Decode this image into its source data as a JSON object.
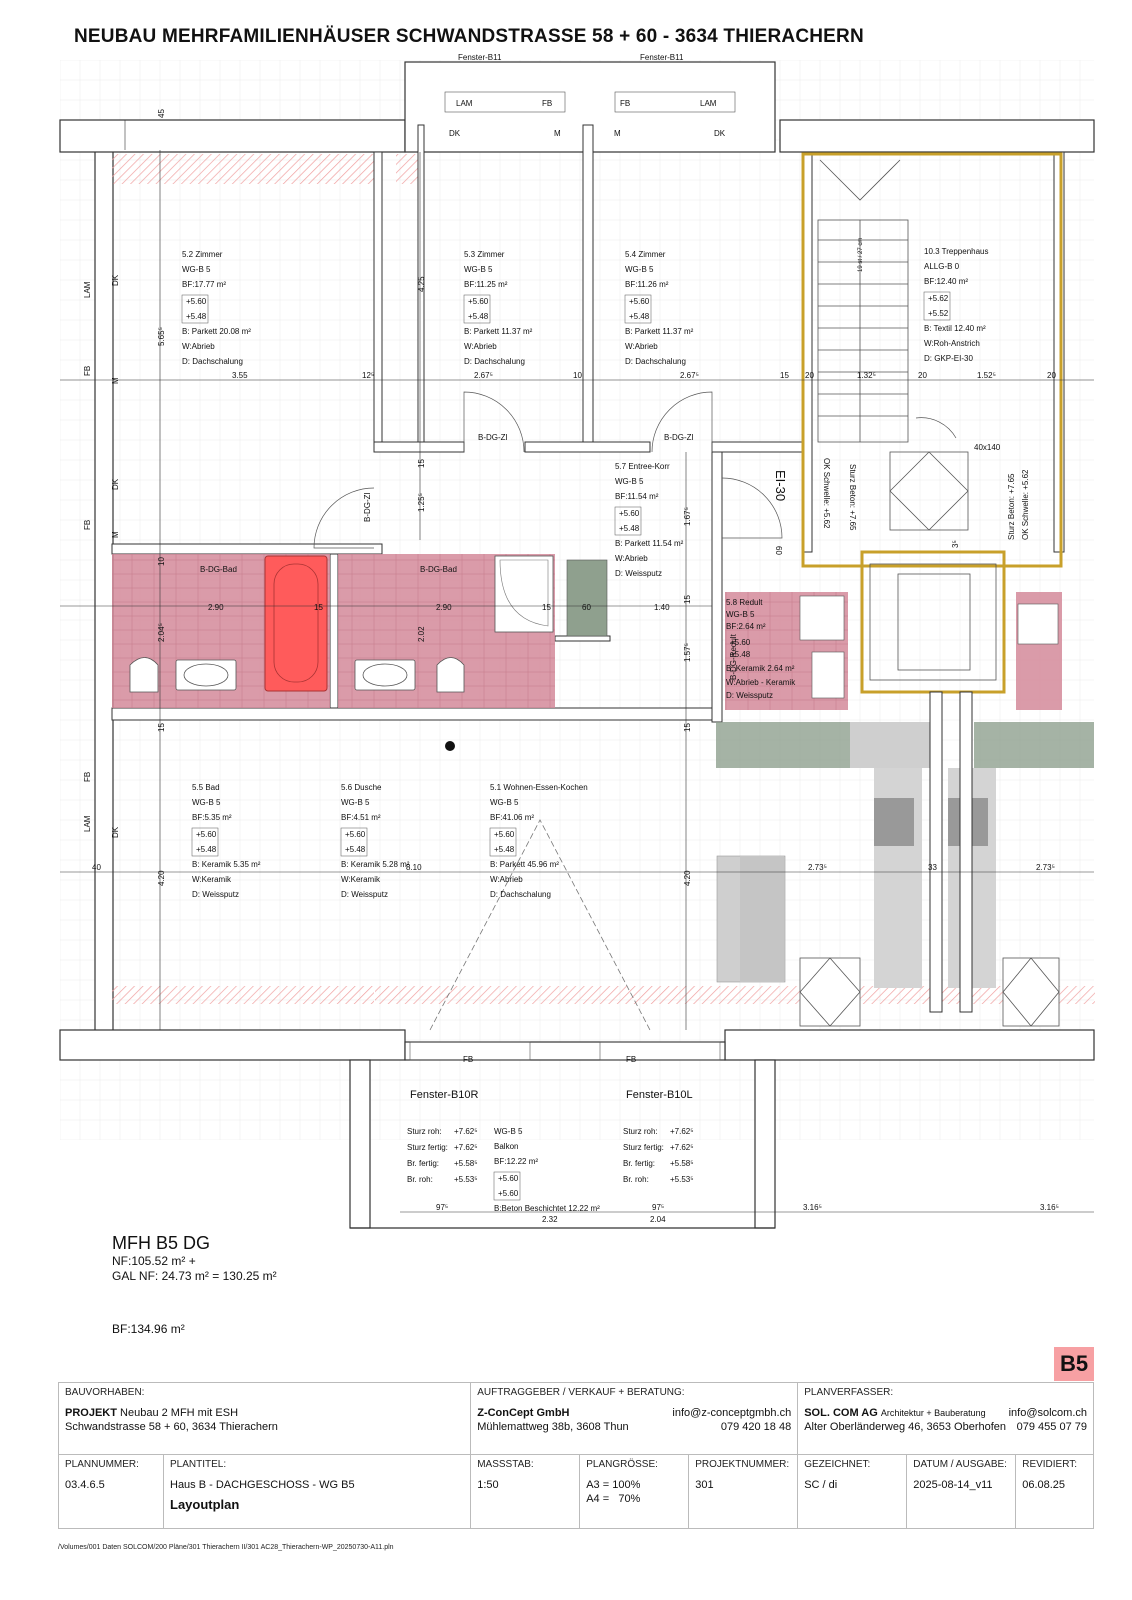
{
  "title": "NEUBAU MEHRFAMILIENHÄUSER SCHWANDSTRASSE 58 + 60 - 3634 THIERACHERN",
  "windows_top": [
    "Fenster-B11",
    "Fenster-B11"
  ],
  "windows_bottom": [
    "Fenster-B10R",
    "Fenster-B10L"
  ],
  "wall_labels": [
    "LAM",
    "FB",
    "FB",
    "LAM",
    "DK",
    "M",
    "M",
    "DK",
    "LAM",
    "DK",
    "FB",
    "M",
    "DK",
    "FB",
    "M",
    "FB",
    "LAM",
    "DK",
    "FB",
    "FB"
  ],
  "door_labels": [
    "B-DG-ZI",
    "B-DG-ZI",
    "B-DG-ZI",
    "B-DG-Bad",
    "B-DG-Bad",
    "B-DG-Redult",
    "EI-30"
  ],
  "dims": [
    "45",
    "4.25",
    "5.65⁵",
    "3.55",
    "12⁵",
    "2.67⁵",
    "10",
    "2.67⁵",
    "15",
    "20",
    "1.32⁵",
    "20",
    "1.52⁵",
    "20",
    "15",
    "1.25⁵",
    "1.67⁵",
    "10",
    "2.90",
    "15",
    "2.90",
    "15",
    "60",
    "1.40",
    "15",
    "2.04⁵",
    "2.02",
    "1.57⁵",
    "15",
    "15",
    "40",
    "4.20",
    "8.10",
    "4.20",
    "2.73⁵",
    "33",
    "2.73⁵",
    "60",
    "3⁵",
    "97⁵",
    "2.32",
    "97⁵",
    "2.04",
    "3.16⁵",
    "3.16⁵",
    "40x140",
    "19 st / 27 cm"
  ],
  "stair_notes": [
    "Sturz Beton: +7.65",
    "OK Schwelle: +5.62",
    "Sturz Beton: +7.65",
    "OK Schwelle: +5.62"
  ],
  "rooms": [
    {
      "lines": [
        "5.2 Zimmer",
        "WG-B 5",
        "BF:17.77 m²",
        "+5.60",
        "+5.48",
        "B: Parkett 20.08 m²",
        "W:Abrieb",
        "D: Dachschalung"
      ]
    },
    {
      "lines": [
        "5.3 Zimmer",
        "WG-B 5",
        "BF:11.25 m²",
        "+5.60",
        "+5.48",
        "B: Parkett 11.37 m²",
        "W:Abrieb",
        "D: Dachschalung"
      ]
    },
    {
      "lines": [
        "5.4 Zimmer",
        "WG-B 5",
        "BF:11.26 m²",
        "+5.60",
        "+5.48",
        "B: Parkett 11.37 m²",
        "W:Abrieb",
        "D: Dachschalung"
      ]
    },
    {
      "lines": [
        "10.3 Treppenhaus",
        "ALLG-B 0",
        "BF:12.40 m²",
        "+5.62",
        "+5.52",
        "B: Textil 12.40 m²",
        "W:Roh-Anstrich",
        "D: GKP-EI-30"
      ]
    },
    {
      "lines": [
        "5.7 Entree-Korr",
        "WG-B 5",
        "BF:11.54 m²",
        "+5.60",
        "+5.48",
        "B: Parkett 11.54 m²",
        "W:Abrieb",
        "D: Weissputz"
      ]
    },
    {
      "lines": [
        "5.8 Redult",
        "WG-B 5",
        "BF:2.64 m²",
        "+5.60",
        "+5.48",
        "B: Keramik 2.64 m²",
        "W:Abrieb - Keramik",
        "D: Weissputz"
      ]
    },
    {
      "lines": [
        "5.5 Bad",
        "WG-B 5",
        "BF:5.35 m²",
        "+5.60",
        "+5.48",
        "B: Keramik 5.35 m²",
        "W:Keramik",
        "D: Weissputz"
      ]
    },
    {
      "lines": [
        "5.6 Dusche",
        "WG-B 5",
        "BF:4.51 m²",
        "+5.60",
        "+5.48",
        "B: Keramik 5.28 m²",
        "W:Keramik",
        "D: Weissputz"
      ]
    },
    {
      "lines": [
        "5.1 Wohnen-Essen-Kochen",
        "WG-B 5",
        "BF:41.06 m²",
        "+5.60",
        "+5.48",
        "B: Parkett 45.96 m²",
        "W:Abrieb",
        "D: Dachschalung"
      ]
    },
    {
      "lines": [
        "WG-B 5",
        "Balkon",
        "BF:12.22 m²",
        "+5.60",
        "+5.60",
        "B:Beton Beschichtet 12.22 m²"
      ]
    }
  ],
  "window_notes_left": [
    "Sturz roh:",
    "+7.62⁵",
    "Sturz fertig:",
    "+7.62⁵",
    "Br. fertig:",
    "+5.58⁵",
    "Br. roh:",
    "+5.53⁵"
  ],
  "window_notes_right": [
    "Sturz roh:",
    "+7.62⁵",
    "Sturz fertig:",
    "+7.62⁵",
    "Br. fertig:",
    "+5.58⁵",
    "Br. roh:",
    "+5.53⁵"
  ],
  "summary": {
    "name": "MFH B5 DG",
    "nf": "NF:105.52 m² +",
    "gal": "GAL NF:  24.73 m² = 130.25 m²",
    "bf": "BF:134.96 m²"
  },
  "badge": "B5",
  "title_block": {
    "bauvorhaben_label": "BAUVORHABEN:",
    "projekt_bold": "PROJEKT",
    "projekt_rest": " Neubau 2 MFH mit ESH",
    "address": "Schwandstrasse 58 + 60, 3634 Thierachern",
    "auftrag_label": "AUFTRAGGEBER / VERKAUF + BERATUNG:",
    "client_name": "Z-ConCept GmbH",
    "client_email": "info@z-conceptgmbh.ch",
    "client_addr": "Mühlemattweg 38b, 3608 Thun",
    "client_phone": "079 420 18 48",
    "planer_label": "PLANVERFASSER:",
    "planer_name": "SOL. COM AG",
    "planer_sub": "Architektur + Bauberatung",
    "planer_email": "info@solcom.ch",
    "planer_addr": "Alter Oberländerweg 46, 3653 Oberhofen",
    "planer_phone": "079 455 07 79",
    "plannummer_label": "PLANNUMMER:",
    "plannummer": "03.4.6.5",
    "plantitel_label": "PLANTITEL:",
    "plantitel": "Haus B - DACHGESCHOSS - WG B5",
    "plantitel2": "Layoutplan",
    "massstab_label": "MASSSTAB:",
    "massstab": "1:50",
    "plangroesse_label": "PLANGRÖSSE:",
    "plangroesse_a3": "A3 = 100%",
    "plangroesse_a4": "A4 =   70%",
    "projektnummer_label": "PROJEKTNUMMER:",
    "projektnummer": "301",
    "gezeichnet_label": "GEZEICHNET:",
    "gezeichnet": "SC / di",
    "datum_label": "DATUM / AUSGABE:",
    "datum": "2025-08-14_v11",
    "revidiert_label": "REVIDIERT:",
    "revidiert": "06.08.25"
  },
  "file_path": "/Volumes/001 Daten SOLCOM/200 Pläne/301 Thierachern II/301 AC28_Thierachern-WP_20250730-A11.pln",
  "colors": {
    "bath_fill": "#d48a9a",
    "tub_fill": "#ff5b5b",
    "green_fill": "#8fa08e",
    "grey_fill": "#cfcfcf",
    "stair_wall": "#c8a02a",
    "roof_hatch": "#f3b3b3"
  }
}
